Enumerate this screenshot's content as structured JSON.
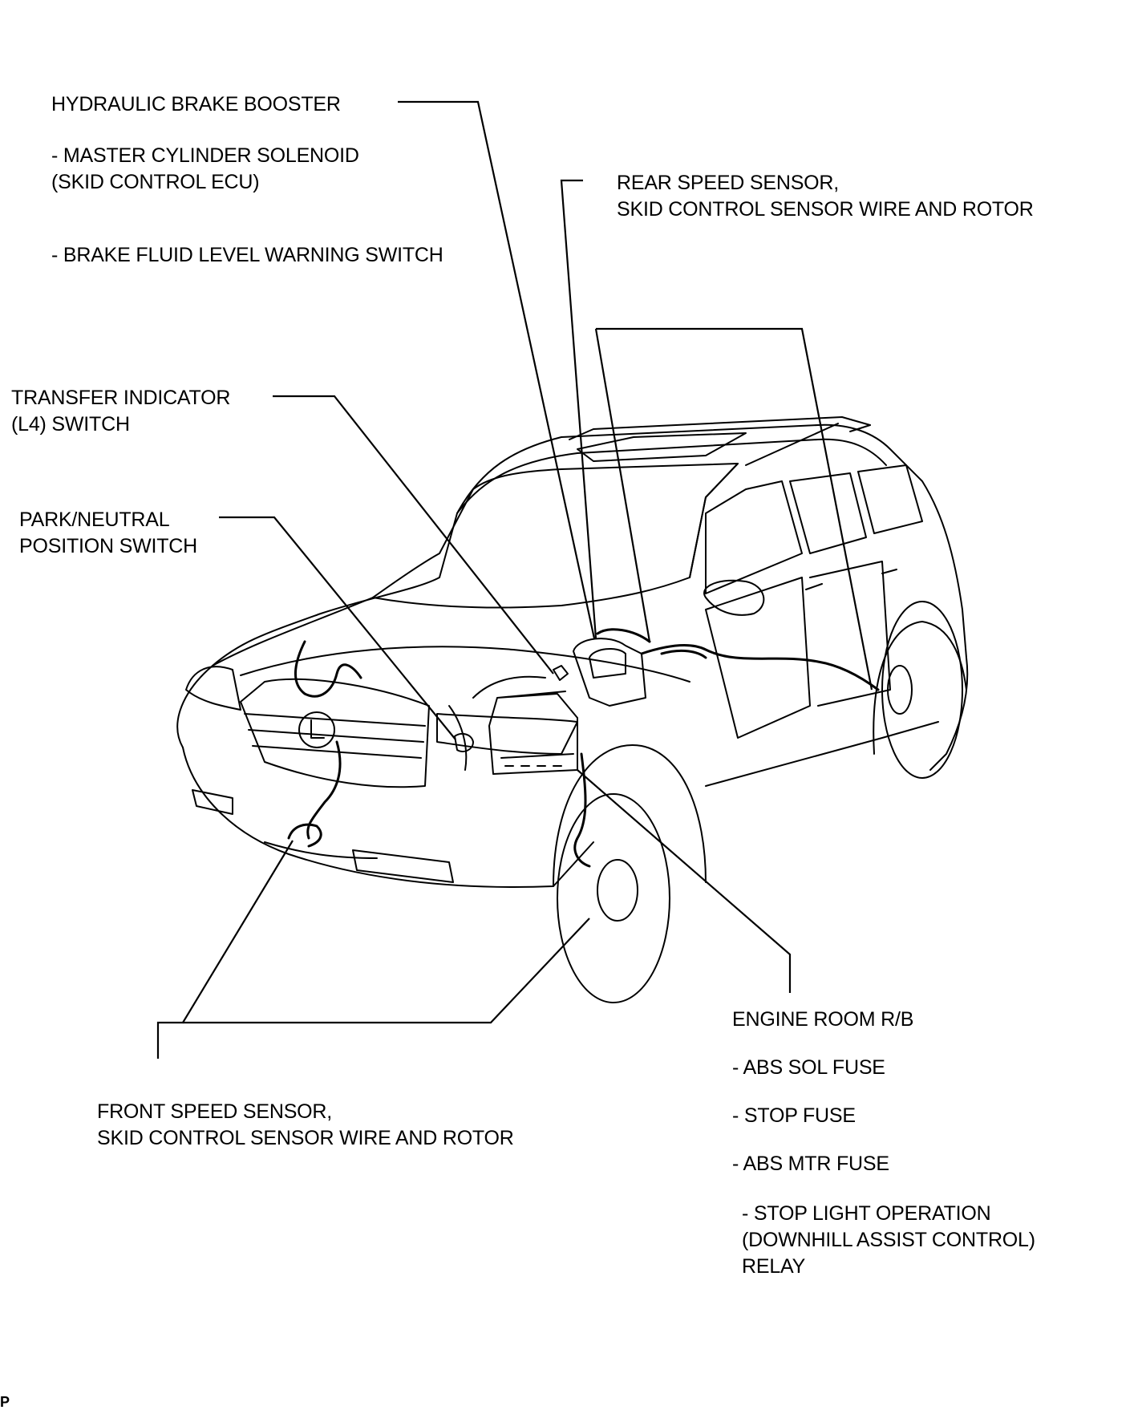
{
  "labels": {
    "hydraulic_booster": "HYDRAULIC BRAKE BOOSTER",
    "master_cyl_1": "- MASTER CYLINDER SOLENOID",
    "master_cyl_2": "(SKID CONTROL ECU)",
    "fluid_switch": "- BRAKE FLUID LEVEL WARNING SWITCH",
    "rear_speed_1": "REAR SPEED SENSOR,",
    "rear_speed_2": "SKID CONTROL SENSOR WIRE AND ROTOR",
    "transfer_1": "TRANSFER INDICATOR",
    "transfer_2": "(L4) SWITCH",
    "park_1": "PARK/NEUTRAL",
    "park_2": "POSITION SWITCH",
    "engine_rb": "ENGINE ROOM R/B",
    "abs_sol": "- ABS SOL FUSE",
    "stop_fuse": "- STOP FUSE",
    "abs_mtr": "- ABS MTR FUSE",
    "relay_1": "- STOP LIGHT OPERATION",
    "relay_2": "(DOWNHILL ASSIST CONTROL)",
    "relay_3": "RELAY",
    "front_speed_1": "FRONT SPEED SENSOR,",
    "front_speed_2": "SKID CONTROL SENSOR WIRE AND ROTOR"
  },
  "page_marker": "P"
}
